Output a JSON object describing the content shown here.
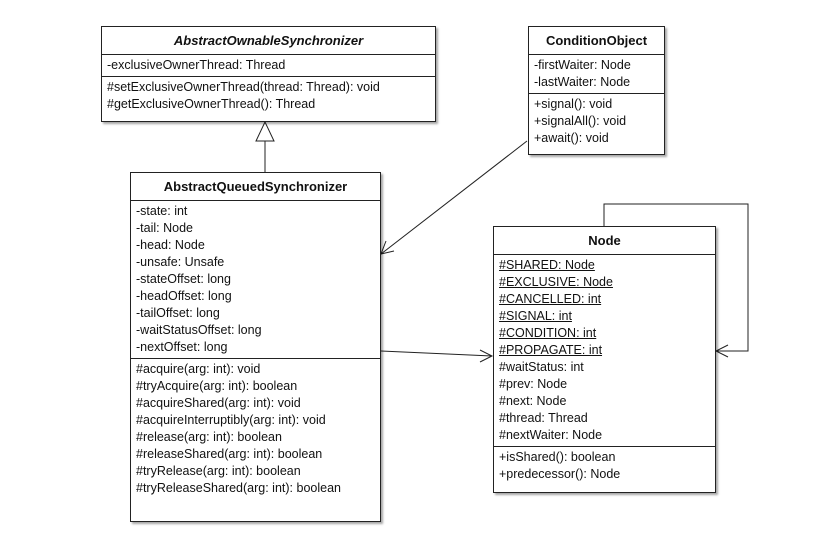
{
  "classes": {
    "aos": {
      "name": "AbstractOwnableSynchronizer",
      "attributes": [
        "-exclusiveOwnerThread: Thread"
      ],
      "operations": [
        "#setExclusiveOwnerThread(thread: Thread): void",
        "#getExclusiveOwnerThread(): Thread"
      ]
    },
    "condition": {
      "name": "ConditionObject",
      "attributes": [
        "-firstWaiter: Node",
        "-lastWaiter: Node"
      ],
      "operations": [
        "+signal(): void",
        "+signalAll(): void",
        "+await(): void"
      ]
    },
    "aqs": {
      "name": "AbstractQueuedSynchronizer",
      "attributes": [
        "-state: int",
        "-tail: Node",
        "-head: Node",
        "-unsafe: Unsafe",
        "-stateOffset: long",
        "-headOffset: long",
        "-tailOffset: long",
        "-waitStatusOffset: long",
        "-nextOffset: long"
      ],
      "operations": [
        "#acquire(arg: int): void",
        "#tryAcquire(arg: int): boolean",
        "#acquireShared(arg: int): void",
        "#acquireInterruptibly(arg: int): void",
        "#release(arg: int): boolean",
        "#releaseShared(arg: int): boolean",
        "#tryRelease(arg: int): boolean",
        "#tryReleaseShared(arg: int): boolean"
      ]
    },
    "node": {
      "name": "Node",
      "static_attributes": [
        "#SHARED: Node",
        "#EXCLUSIVE: Node",
        "#CANCELLED: int",
        "#SIGNAL: int",
        "#CONDITION: int",
        "#PROPAGATE: int"
      ],
      "attributes": [
        "#waitStatus: int",
        "#prev: Node",
        "#next: Node",
        "#thread: Thread",
        "#nextWaiter: Node"
      ],
      "operations": [
        "+isShared(): boolean",
        "+predecessor(): Node"
      ]
    }
  }
}
